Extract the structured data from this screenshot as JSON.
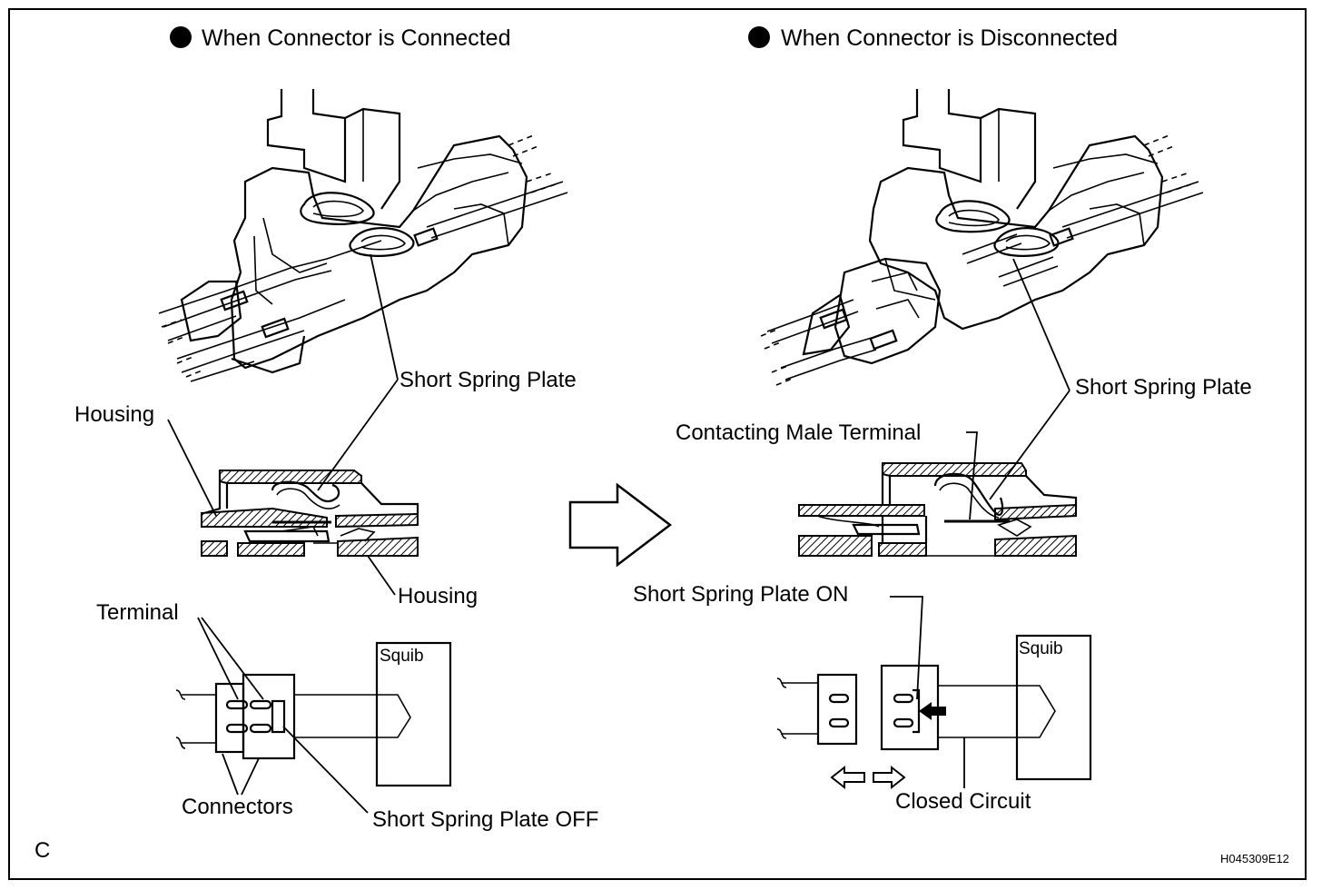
{
  "panels": {
    "left": {
      "heading": "When Connector is Connected",
      "labels": {
        "short_spring_plate": "Short Spring Plate",
        "housing_top": "Housing",
        "housing_bottom": "Housing",
        "terminal": "Terminal",
        "squib": "Squib",
        "connectors": "Connectors",
        "short_spring_plate_off": "Short Spring Plate OFF"
      }
    },
    "right": {
      "heading": "When Connector is Disconnected",
      "labels": {
        "short_spring_plate": "Short Spring Plate",
        "contacting_male_terminal": "Contacting Male Terminal",
        "short_spring_plate_on": "Short Spring Plate ON",
        "squib": "Squib",
        "closed_circuit": "Closed Circuit"
      }
    }
  },
  "footer": {
    "corner_letter": "C",
    "figure_code": "H045309E12"
  },
  "icons": {
    "heading_bullet": "filled-circle-bullet",
    "transition_arrow": "hollow-right-arrow",
    "disconnect_arrows": "hollow-left-right-arrows",
    "contact_arrow": "filled-left-arrow"
  }
}
